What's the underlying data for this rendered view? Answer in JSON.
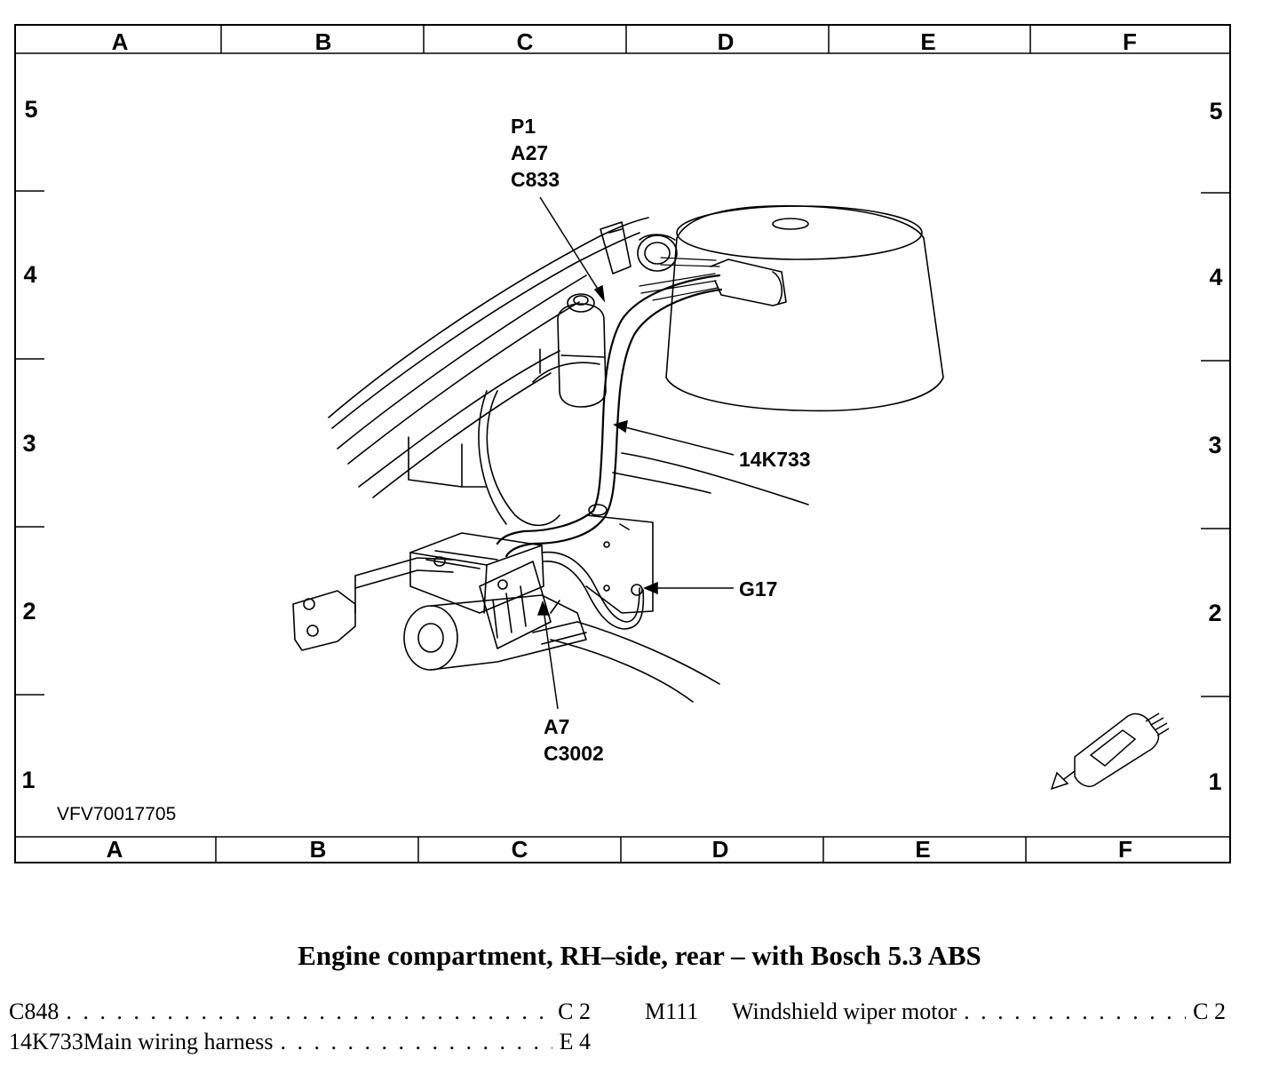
{
  "grid": {
    "columns": [
      "A",
      "B",
      "C",
      "D",
      "E",
      "F"
    ],
    "rows": [
      "5",
      "4",
      "3",
      "2",
      "1"
    ]
  },
  "figure_id": "VFV70017705",
  "callouts": {
    "p1": [
      "P1",
      "A27",
      "C833"
    ],
    "harness": "14K733",
    "ground": "G17",
    "a7": [
      "A7",
      "C3002"
    ]
  },
  "caption": "Engine compartment, RH–side, rear – with Bosch 5.3 ABS",
  "legend": [
    {
      "code": "C848",
      "description": "",
      "location": "C 2"
    },
    {
      "code": "14K733",
      "description": "Main wiring harness",
      "location": "E 4"
    },
    {
      "code": "M111",
      "description": "Windshield wiper motor",
      "location": "C 2"
    }
  ]
}
